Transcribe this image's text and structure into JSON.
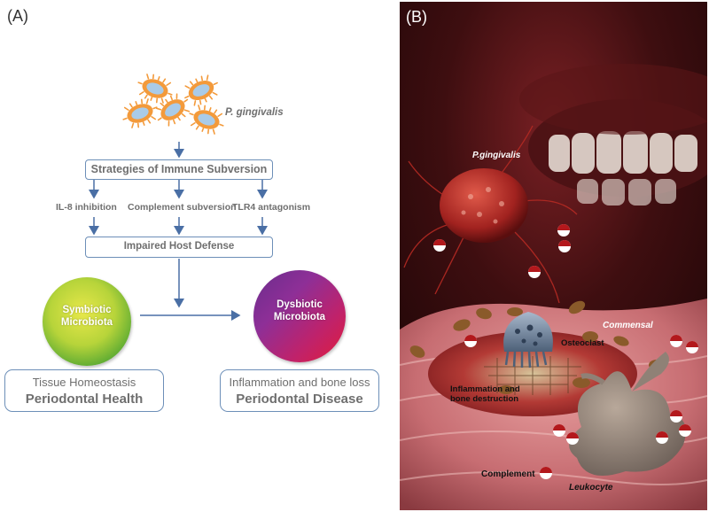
{
  "panel_a": {
    "label": "(A)",
    "bacteria_label": "P. gingivalis",
    "strategies": "Strategies of Immune Subversion",
    "mechanisms": [
      "IL-8 inhibition",
      "Complement subversion",
      "TLR4 antagonism"
    ],
    "impaired": "Impaired Host Defense",
    "symbiotic": {
      "line1": "Symbiotic",
      "line2": "Microbiota"
    },
    "dysbiotic": {
      "line1": "Dysbiotic",
      "line2": "Microbiota"
    },
    "health": {
      "line1": "Tissue Homeostasis",
      "line2": "Periodontal Health"
    },
    "disease": {
      "line1": "Inflammation and bone loss",
      "line2": "Periodontal Disease"
    }
  },
  "panel_b": {
    "label": "(B)",
    "labels": {
      "pg": "P.gingivalis",
      "commensal": "Commensal",
      "osteoclast": "Osteoclast",
      "inflammation_1": "Inflammation and",
      "inflammation_2": "bone destruction",
      "complement": "Complement",
      "leukocyte": "Leukocyte"
    }
  },
  "colors": {
    "arrow": "#4a6fa5",
    "box_border": "#6d8fb8",
    "bacteria_orange": "#f39a3b",
    "bacteria_body": "#a9cbe8"
  }
}
